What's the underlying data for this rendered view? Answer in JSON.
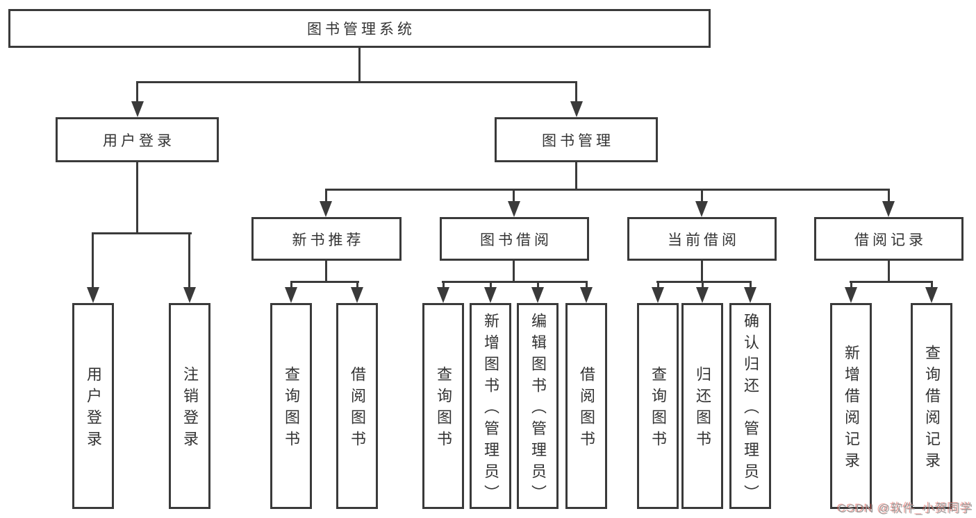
{
  "diagram_title": "图书管理系统",
  "colors": {
    "line": "#3a3a3a",
    "text": "#333333",
    "box_background": "#ffffff",
    "watermark_gray": "#9b9b9b",
    "watermark_red": "#e0544a"
  },
  "nodes": {
    "root": "图书管理系统",
    "user_login": "用户登录",
    "book_mgmt": "图书管理",
    "new_books": "新书推荐",
    "book_borrow": "图书借阅",
    "current_borrow": "当前借阅",
    "borrow_records": "借阅记录",
    "login": "用户登录",
    "logout": "注销登录",
    "nb_query": "查询图书",
    "nb_borrow": "借阅图书",
    "bw_query": "查询图书",
    "bw_add": "新增图书（管理员）",
    "bw_edit": "编辑图书（管理员）",
    "bw_borrow": "借阅图书",
    "cb_query": "查询图书",
    "cb_return": "归还图书",
    "cb_confirm": "确认归还（管理员）",
    "rec_add": "新增借阅记录",
    "rec_query": "查询借阅记录"
  },
  "watermark": "CSDN @软件_小贺同学"
}
